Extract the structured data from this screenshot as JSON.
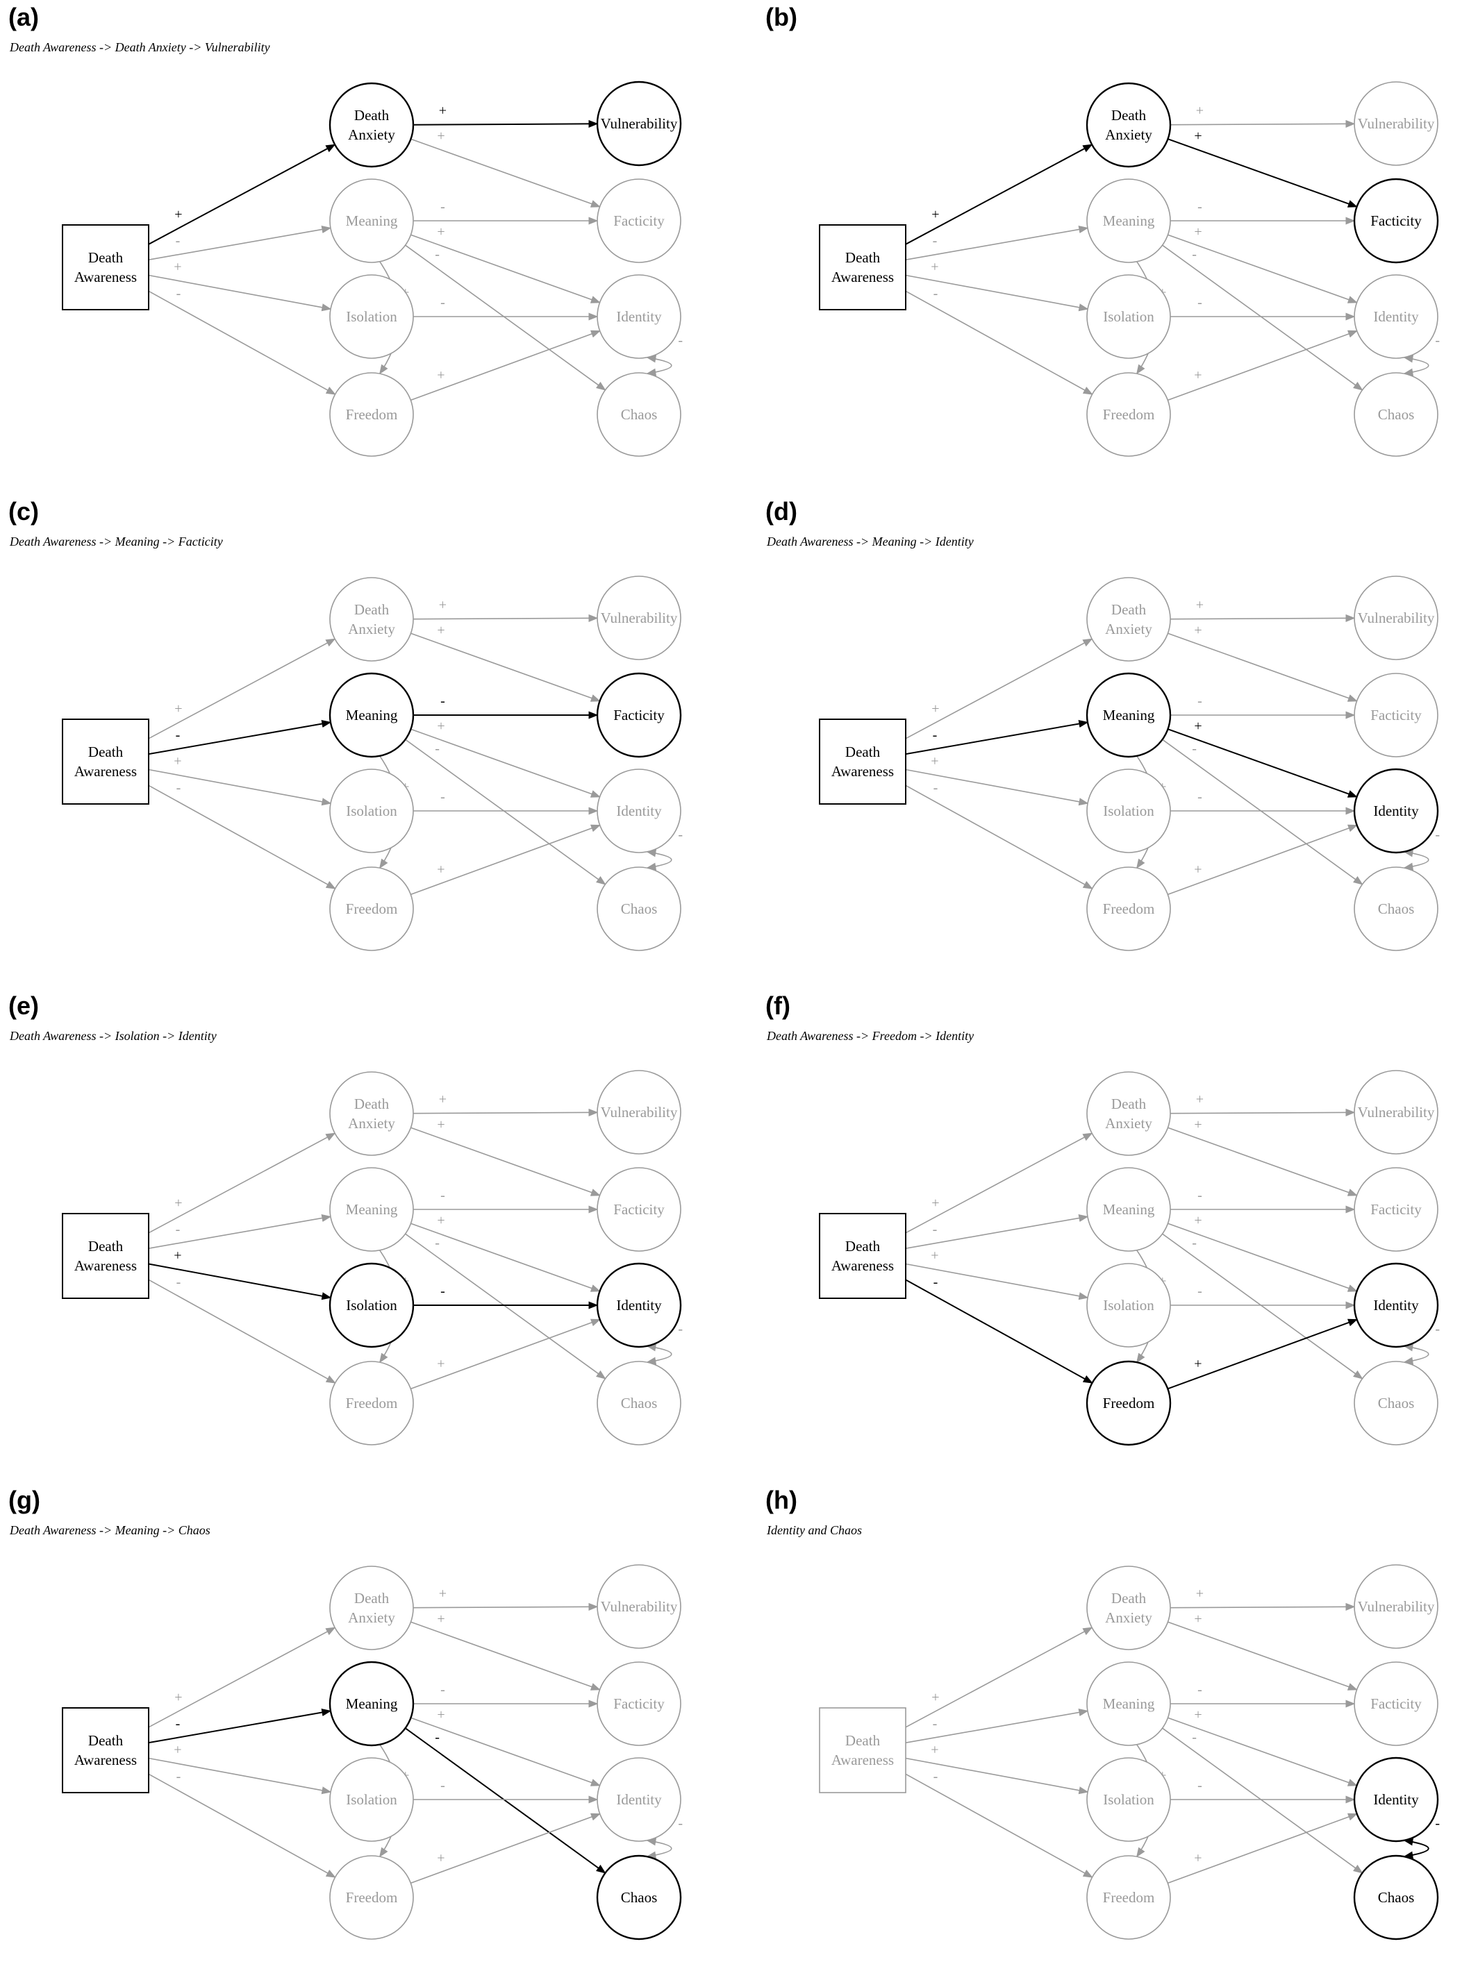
{
  "colors": {
    "active": "#000000",
    "muted": "#9a9a9a"
  },
  "nodes": [
    {
      "id": "DA",
      "label": [
        "Death",
        "Awareness"
      ],
      "shape": "box"
    },
    {
      "id": "ANX",
      "label": [
        "Death",
        "Anxiety"
      ],
      "shape": "circle"
    },
    {
      "id": "MEA",
      "label": [
        "Meaning"
      ],
      "shape": "circle"
    },
    {
      "id": "ISO",
      "label": [
        "Isolation"
      ],
      "shape": "circle"
    },
    {
      "id": "FRE",
      "label": [
        "Freedom"
      ],
      "shape": "circle"
    },
    {
      "id": "VUL",
      "label": [
        "Vulnerability"
      ],
      "shape": "circle"
    },
    {
      "id": "FAC",
      "label": [
        "Facticity"
      ],
      "shape": "circle"
    },
    {
      "id": "IDE",
      "label": [
        "Identity"
      ],
      "shape": "circle"
    },
    {
      "id": "CHA",
      "label": [
        "Chaos"
      ],
      "shape": "circle"
    }
  ],
  "edges": [
    {
      "from": "DA",
      "to": "ANX",
      "sign": "+"
    },
    {
      "from": "DA",
      "to": "MEA",
      "sign": "-"
    },
    {
      "from": "DA",
      "to": "ISO",
      "sign": "+"
    },
    {
      "from": "DA",
      "to": "FRE",
      "sign": "-"
    },
    {
      "from": "ANX",
      "to": "VUL",
      "sign": "+"
    },
    {
      "from": "ANX",
      "to": "FAC",
      "sign": "+"
    },
    {
      "from": "MEA",
      "to": "FAC",
      "sign": "-"
    },
    {
      "from": "MEA",
      "to": "IDE",
      "sign": "+"
    },
    {
      "from": "MEA",
      "to": "CHA",
      "sign": "-"
    },
    {
      "from": "MEA",
      "to": "FRE",
      "sign": "+",
      "curved": true
    },
    {
      "from": "ISO",
      "to": "IDE",
      "sign": "-"
    },
    {
      "from": "FRE",
      "to": "IDE",
      "sign": "+"
    },
    {
      "from": "IDE",
      "to": "CHA",
      "sign": "-",
      "curved": true,
      "bidirectional": true
    }
  ],
  "panels": [
    {
      "label": "(a)",
      "title": "Death Awareness -> Death Anxiety -> Vulnerability",
      "active_nodes": [
        "DA",
        "ANX",
        "VUL"
      ],
      "active_edges": [
        "DA-ANX",
        "ANX-VUL"
      ]
    },
    {
      "label": "(b)",
      "title": "",
      "active_nodes": [
        "DA",
        "ANX",
        "FAC"
      ],
      "active_edges": [
        "DA-ANX",
        "ANX-FAC"
      ]
    },
    {
      "label": "(c)",
      "title": "Death Awareness -> Meaning -> Facticity",
      "active_nodes": [
        "DA",
        "MEA",
        "FAC"
      ],
      "active_edges": [
        "DA-MEA",
        "MEA-FAC"
      ]
    },
    {
      "label": "(d)",
      "title": "Death Awareness -> Meaning -> Identity",
      "active_nodes": [
        "DA",
        "MEA",
        "IDE"
      ],
      "active_edges": [
        "DA-MEA",
        "MEA-IDE"
      ]
    },
    {
      "label": "(e)",
      "title": "Death Awareness -> Isolation -> Identity",
      "active_nodes": [
        "DA",
        "ISO",
        "IDE"
      ],
      "active_edges": [
        "DA-ISO",
        "ISO-IDE"
      ]
    },
    {
      "label": "(f)",
      "title": "Death Awareness -> Freedom -> Identity",
      "active_nodes": [
        "DA",
        "FRE",
        "IDE"
      ],
      "active_edges": [
        "DA-FRE",
        "FRE-IDE"
      ]
    },
    {
      "label": "(g)",
      "title": "Death Awareness -> Meaning -> Chaos",
      "active_nodes": [
        "DA",
        "MEA",
        "CHA"
      ],
      "active_edges": [
        "DA-MEA",
        "MEA-CHA"
      ]
    },
    {
      "label": "(h)",
      "title": "Identity and Chaos",
      "active_nodes": [
        "IDE",
        "CHA"
      ],
      "active_edges": [
        "IDE-CHA"
      ]
    }
  ]
}
